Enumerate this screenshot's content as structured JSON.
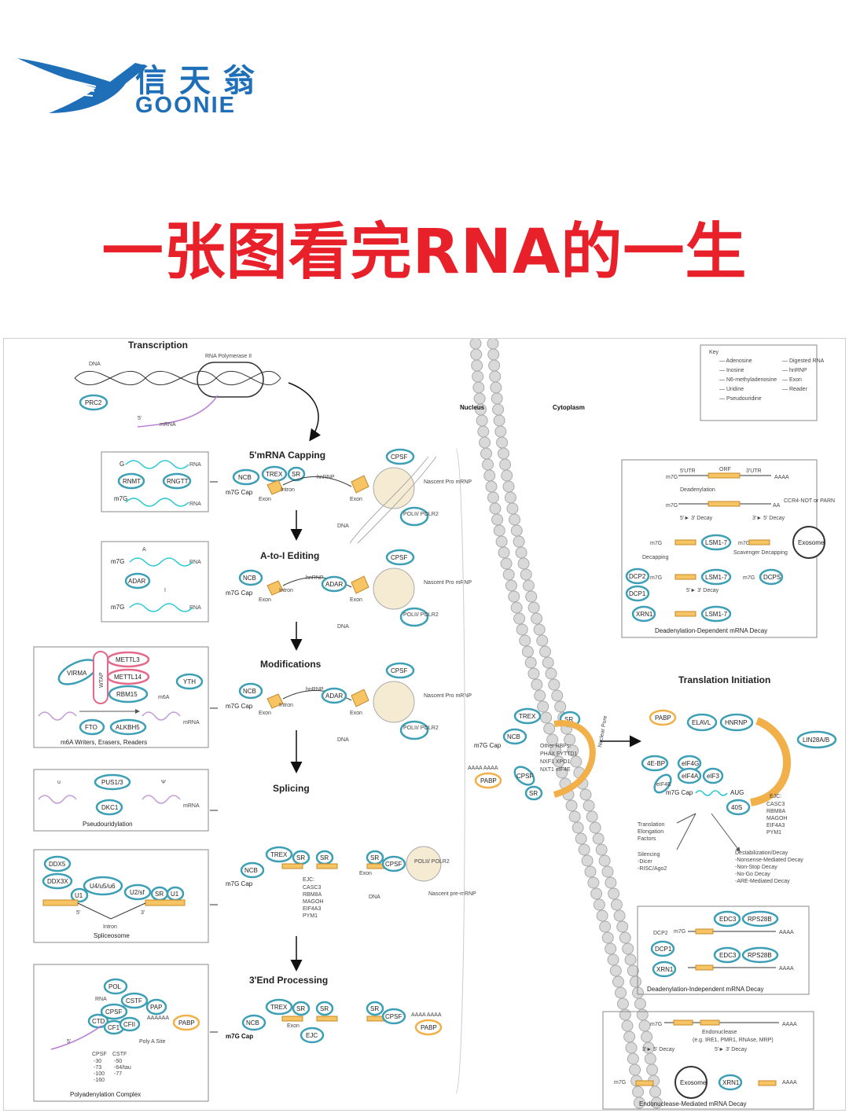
{
  "brand": {
    "name_cn": "信天翁",
    "name_en": "GOONIE",
    "icon": "albatross-logo-icon",
    "color": "#1e6fb8"
  },
  "headline": {
    "text": "一张图看完RNA的一生",
    "color": "#e8202a"
  },
  "diagram": {
    "compartments": {
      "nucleus": "Nucleus",
      "cytoplasm": "Cytoplasm",
      "pore": "Nuclear Pore"
    },
    "transcription": {
      "title": "Transcription",
      "dna": "DNA",
      "polymerase": "RNA Polymerase II",
      "prc2": "PRC2",
      "five_prime": "5'",
      "mrna": "mRNA"
    },
    "key": {
      "title": "Key",
      "items": [
        "Adenosine",
        "Inosine",
        "N6-methyladenosine",
        "Uridine",
        "Pseudouridine",
        "Digested RNA",
        "hnRNP",
        "Exon",
        "Reader"
      ]
    },
    "capping": {
      "title": "5'mRNA Capping",
      "g": "G",
      "rna": "RNA",
      "m7g": "m7G",
      "rnmt": "RNMT",
      "rngtt": "RNGTT",
      "ncb": "NCB",
      "trex": "TREX",
      "sr": "SR",
      "hnrnp": "hnRNP",
      "cap": "m7G Cap",
      "exon": "Exon",
      "intron": "Intron",
      "cpsf": "CPSF",
      "nascent": "Nascent Pro mRNP",
      "dna": "DNA",
      "pol": "POLII/ POLR2"
    },
    "editing": {
      "title": "A-to-I Editing",
      "m7g": "m7G",
      "rna": "RNA",
      "adar": "ADAR",
      "a": "A",
      "i": "I"
    },
    "modifications": {
      "title": "Modifications",
      "virma": "VIRMA",
      "wtap": "WTAP",
      "mettl3": "METTL3",
      "mettl14": "METTL14",
      "rbm15": "RBM15",
      "yth": "YTH",
      "m6a": "m6A",
      "fto": "FTO",
      "alkbh5": "ALKBH5",
      "mrna": "mRNA",
      "caption": "m6A Writers, Erasers, Readers"
    },
    "splicing": {
      "title": "Splicing"
    },
    "pseudo": {
      "pus": "PUS1/3",
      "dkc1": "DKC1",
      "u": "u",
      "psi": "Ψ",
      "mrna": "mRNA",
      "caption": "Pseudouridylation"
    },
    "spliceosome": {
      "ddx5": "DDX5",
      "ddx3x": "DDX3X",
      "u4": "U4/u5/u6",
      "u2": "U2/sf",
      "sr": "SR",
      "u1": "U1",
      "five": "5'",
      "three": "3'",
      "intron": "Intron",
      "caption": "Spliceosome"
    },
    "splice_main": {
      "ejc_label": "EJC:",
      "ejc": [
        "CASC3",
        "RBM8A",
        "MAGOH",
        "EIF4A3",
        "PYM1"
      ],
      "exon": "Exon",
      "dna": "DNA",
      "nascent": "Nascent pre-mRNP",
      "pol": "POLII/ POLR2"
    },
    "end_processing": {
      "title": "3'End Processing",
      "ejc": "EJC",
      "pabp": "PABP",
      "aaaa": "AAAA AAAA"
    },
    "polya": {
      "caption": "Polyadenylation Complex",
      "pol": "POL",
      "rna": "RNA",
      "cstf": "CSTF",
      "cpsf": "CPSF",
      "pap": "PAP",
      "ctd": "CTD",
      "cf1": "CF1",
      "cfii": "CFII",
      "pabp": "PABP",
      "site": "Poly A Site",
      "aaa": "AAAAAA",
      "five": "5'",
      "cpsf_head": "CPSF",
      "cstf_head": "CSTF",
      "cpsf_list": [
        "-30",
        "-73",
        "-100",
        "-160"
      ],
      "cstf_list": [
        "-50",
        "-64/tau",
        "-77"
      ]
    },
    "export": {
      "trex": "TREX",
      "sr": "SR",
      "ncb": "NCB",
      "cap": "m7G Cap",
      "other_title": "Other RBPs:",
      "other": [
        "PHAX  FYTTD1",
        "NXF1  XPO1",
        "NXT1  eIF4E"
      ],
      "cpsf": "CPSF",
      "pabp": "PABP",
      "aaaa": "AAAA AAAA"
    },
    "dead_dep": {
      "caption": "Deadenylation-Dependent mRNA Decay",
      "utr5": "5'UTR",
      "orf": "ORF",
      "utr3": "3'UTR",
      "m7g": "m7G",
      "aaaa": "AAAA",
      "deadenylation": "Deadenylation",
      "aa": "AA",
      "ccr4": "CCR4-NOT or PARN",
      "d53": "5'► 3' Decay",
      "d35": "3'► 5' Decay",
      "lsm": "LSM1-7",
      "exosome": "Exosome",
      "decapping": "Decapping",
      "scavenger": "Scavenger Decapping",
      "dcp2": "DCP2",
      "dcp1": "DCP1",
      "dcps": "DCPS",
      "xrn1": "XRN1"
    },
    "translation": {
      "title": "Translation Initiation",
      "pabp": "PABP",
      "elavl": "ELAVL",
      "hnrnp": "HNRNP",
      "lin28": "LIN28A/B",
      "eif4ebp": "4E-BP",
      "eif4g": "eIF4G",
      "eif4a": "eIF4A",
      "eif3": "eIF3",
      "eif4e": "eIF4E",
      "cap": "m7G Cap",
      "aug": "AUG",
      "s40": "40S",
      "ejc_label": "EJC:",
      "ejc": [
        "CASC3",
        "RBM8A",
        "MAGOH",
        "EIF4A3",
        "PYM1"
      ],
      "out1": [
        "Translation",
        "Elongation",
        "Factors"
      ],
      "out2": [
        "Silencing",
        "-Dicer",
        "-RISC/Ago2"
      ],
      "out3": [
        "Destabilization/Decay",
        "-Nonsense-Mediated Decay",
        "-Non-Stop Decay",
        "-No-Go Decay",
        "-ARE-Mediated Decay"
      ]
    },
    "dead_indep": {
      "caption": "Deadenylation-Independent mRNA Decay",
      "dcp2": "DCP2",
      "dcp1": "DCP1",
      "xrn1": "XRN1",
      "m7g": "m7G",
      "edc3": "EDC3",
      "rps28b": "RPS28B",
      "aaaa": "AAAA"
    },
    "endo": {
      "caption": "Endonuclease-Mediated mRNA Decay",
      "m7g": "m7G",
      "aaaa": "AAAA",
      "endo": "Endonuclease",
      "examples": "(e.g. IRE1, PMR1, RNAse, MRP)",
      "d35": "3'► 5' Decay",
      "d53": "5'► 3' Decay",
      "exosome": "Exosome",
      "xrn1": "XRN1"
    },
    "colors": {
      "teal": "#3d9fb5",
      "orange": "#f2b04a",
      "peach": "#f6d38a",
      "pink": "#e36a8a",
      "membrane": "#c9c9c9"
    }
  }
}
